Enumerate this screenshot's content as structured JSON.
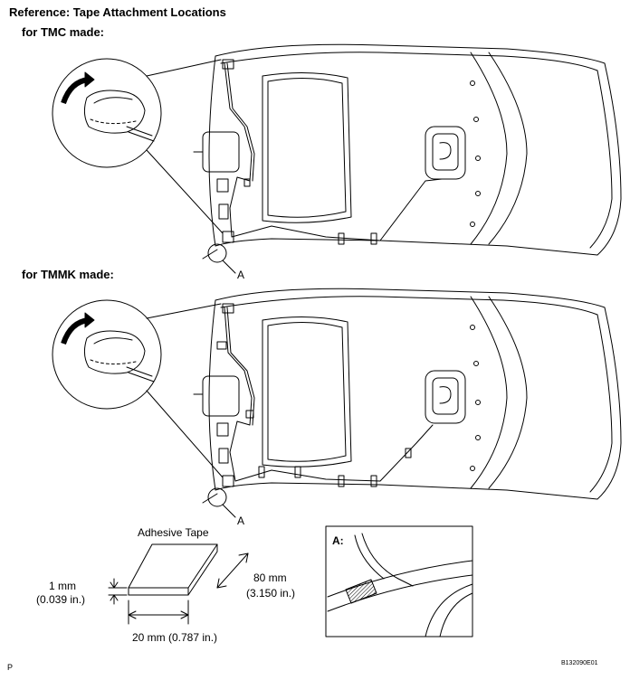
{
  "title": "Reference: Tape Attachment Locations",
  "sections": [
    {
      "label": "for TMC made:",
      "detail_ref": "A"
    },
    {
      "label": "for TMMK made:",
      "detail_ref": "A"
    }
  ],
  "tape": {
    "title": "Adhesive Tape",
    "thickness_mm": "1 mm",
    "thickness_in": "(0.039 in.)",
    "length_mm": "80 mm",
    "length_in": "(3.150 in.)",
    "width": "20 mm (0.787 in.)"
  },
  "detail": {
    "label": "A:"
  },
  "footer": {
    "page_marker": "P",
    "figure_code": "B132090E01"
  }
}
